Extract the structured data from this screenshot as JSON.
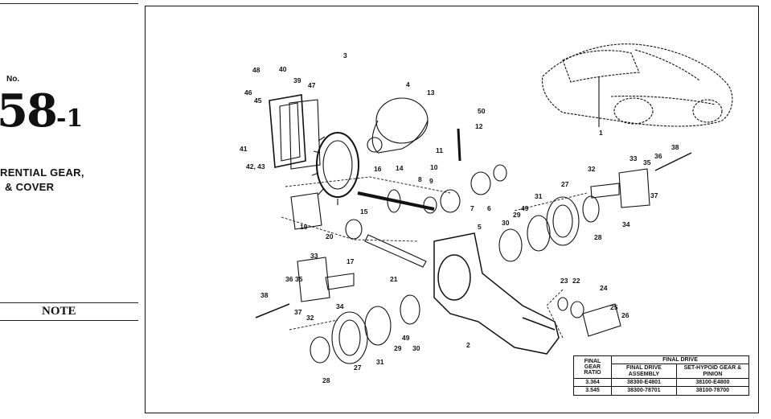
{
  "page": {
    "number_label": "No.",
    "number_main": "58",
    "number_suffix": "-1",
    "section_title_line1": "RENTIAL GEAR,",
    "section_title_line2": "& COVER",
    "note_label": "NOTE"
  },
  "diagram": {
    "callouts": [
      "1",
      "2",
      "3",
      "4",
      "5",
      "6",
      "7",
      "8",
      "9",
      "10",
      "11",
      "12",
      "13",
      "14",
      "15",
      "16",
      "17",
      "19",
      "20",
      "21",
      "22",
      "23",
      "24",
      "25",
      "26",
      "27",
      "28",
      "29",
      "30",
      "31",
      "32",
      "33",
      "34",
      "35",
      "36",
      "37",
      "38",
      "39",
      "40",
      "41",
      "42, 43",
      "45",
      "46",
      "47",
      "48",
      "49",
      "50"
    ]
  },
  "table": {
    "col_ratio": "FINAL GEAR RATIO",
    "group_header": "FINAL DRIVE",
    "col_assembly": "FINAL DRIVE ASSEMBLY",
    "col_gear": "SET-HYPOID GEAR & PINION",
    "rows": [
      {
        "ratio": "3.364",
        "assembly": "38300-E4801",
        "gear": "38100-E4800"
      },
      {
        "ratio": "3.545",
        "assembly": "38300-78701",
        "gear": "38100-78700"
      }
    ]
  }
}
